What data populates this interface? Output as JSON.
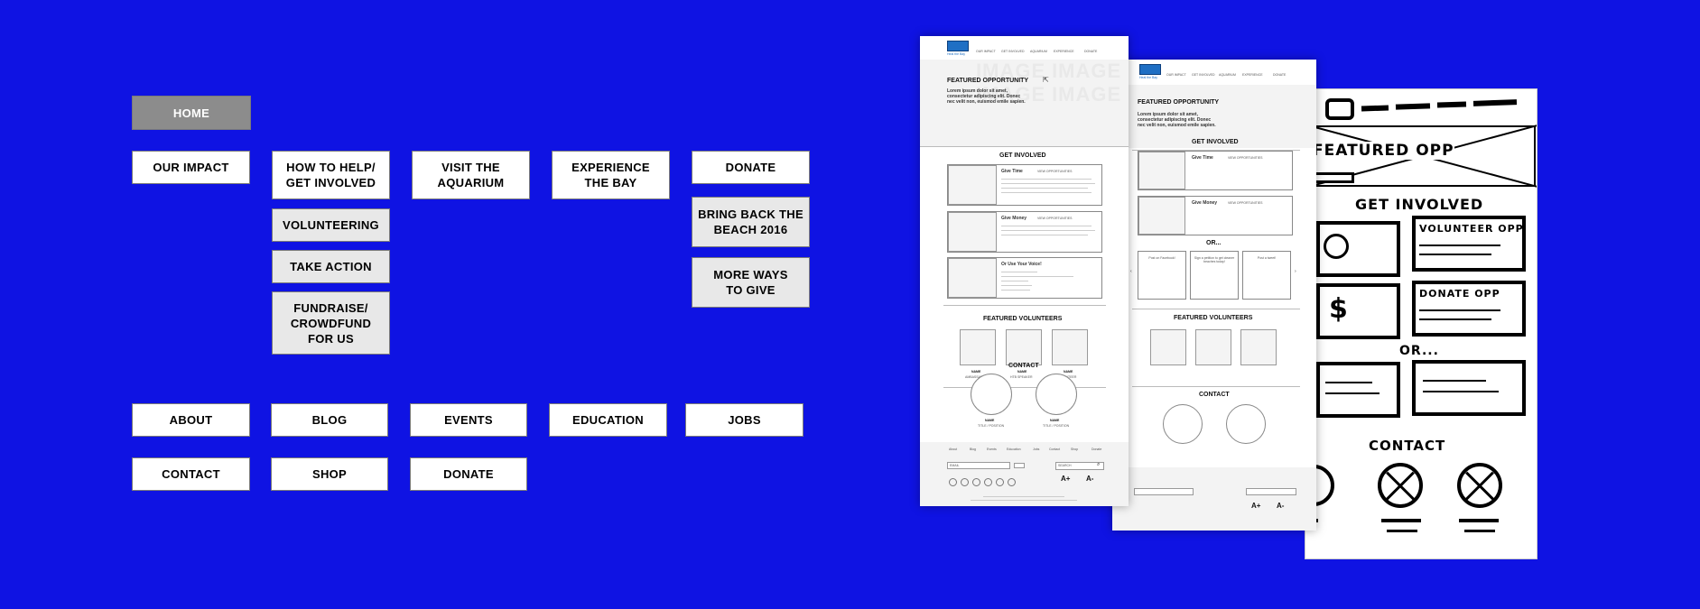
{
  "sitemap": {
    "home": "HOME",
    "primary": [
      {
        "label": "OUR IMPACT"
      },
      {
        "label": "HOW TO HELP/\nGET INVOLVED",
        "children": [
          "VOLUNTEERING",
          "TAKE ACTION",
          "FUNDRAISE/\nCROWDFUND\nFOR US"
        ]
      },
      {
        "label": "VISIT THE\nAQUARIUM"
      },
      {
        "label": "EXPERIENCE\nTHE BAY"
      },
      {
        "label": "DONATE",
        "children": [
          "BRING BACK THE\nBEACH 2016",
          "MORE WAYS\nTO GIVE"
        ]
      }
    ],
    "utility": [
      "ABOUT",
      "BLOG",
      "EVENTS",
      "EDUCATION",
      "JOBS",
      "CONTACT",
      "SHOP",
      "DONATE"
    ]
  },
  "wireframe1": {
    "logo_caption": "Heal the Bay",
    "nav": [
      "OUR IMPACT",
      "GET INVOLVED",
      "AQUARIUM",
      "EXPERIENCE",
      "DONATE"
    ],
    "hero_ghost": "IMAGE",
    "featured_title": "FEATURED OPPORTUNITY",
    "featured_text": "Lorem ipsum dolor sit amet,\nconsectetur adipiscing elit. Donec\nnec velit non, euismod emile sapien.",
    "get_involved": "GET INVOLVED",
    "cards": [
      {
        "title": "Give Time",
        "link": "VIEW OPPORTUNITIES"
      },
      {
        "title": "Give Money",
        "link": "VIEW OPPORTUNITIES"
      },
      {
        "title": "Or Use Your Voice!",
        "link": ""
      }
    ],
    "featured_volunteers": "FEATURED VOLUNTEERS",
    "volunteers": [
      {
        "name": "NAME",
        "role": "AMBASSADOR"
      },
      {
        "name": "NAME",
        "role": "HTB SPEAKER"
      },
      {
        "name": "NAME",
        "role": "VOLUNTEER"
      }
    ],
    "contact": "CONTACT",
    "contacts": [
      {
        "name": "NAME",
        "role": "TITLE / POSITION"
      },
      {
        "name": "NAME",
        "role": "TITLE / POSITION"
      }
    ],
    "footer_links": [
      "About",
      "Blog",
      "Events",
      "Education",
      "Jobs",
      "Contact",
      "Shop",
      "Donate"
    ],
    "email_placeholder": "EMAIL",
    "search_placeholder": "SEARCH",
    "font_up": "A+",
    "font_down": "A-"
  },
  "wireframe2": {
    "or_label": "OR...",
    "actions": [
      "Post on Facebook!",
      "Sign a petition to get cleaner beaches today!",
      "Post a tweet!"
    ]
  },
  "sketch": {
    "featured": "FEATURED OPP",
    "get_involved": "GET INVOLVED",
    "volunteer": "VOLUNTEER OPP",
    "donate": "DONATE OPP",
    "or_label": "OR...",
    "contact": "CONTACT",
    "dollar": "$"
  }
}
